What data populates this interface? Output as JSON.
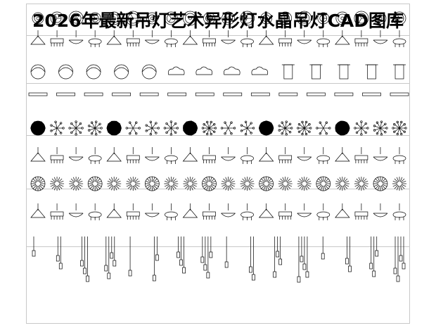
{
  "title": "2026年最新吊灯艺术异形灯水晶吊灯CAD图库",
  "panels": [
    {
      "rows": [
        {
          "count": 20,
          "icon": "ring-lamp-plan-icon"
        },
        {
          "count": 20,
          "icon": "pendant-chandelier-elevation-icon"
        }
      ]
    },
    {
      "rows": [
        {
          "count": 14,
          "icon": "cloud-lamp-plan-icon"
        },
        {
          "count": 14,
          "icon": "flat-lamp-elevation-icon"
        }
      ]
    },
    {
      "rows": [
        {
          "count": 20,
          "icon": "star-branch-lamp-plan-icon"
        },
        {
          "count": 20,
          "icon": "crystal-chandelier-elevation-icon"
        }
      ]
    },
    {
      "rows": [
        {
          "count": 20,
          "icon": "sunburst-lamp-plan-icon"
        },
        {
          "count": 20,
          "icon": "branch-chandelier-elevation-icon"
        }
      ]
    },
    {
      "rows": [
        {
          "count": 16,
          "icon": "hanging-pendant-cluster-icon"
        }
      ]
    }
  ],
  "colors": {
    "line": "#000000",
    "divider": "#c8c8c8"
  }
}
